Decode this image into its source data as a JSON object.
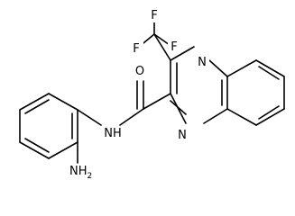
{
  "molecule": {
    "atoms": {
      "F1": "F",
      "F2": "F",
      "F3": "F",
      "O": "O",
      "N_top": "N",
      "N_bottom": "N",
      "NH": "NH",
      "NH2": "NH",
      "NH2_sub": "2"
    }
  }
}
